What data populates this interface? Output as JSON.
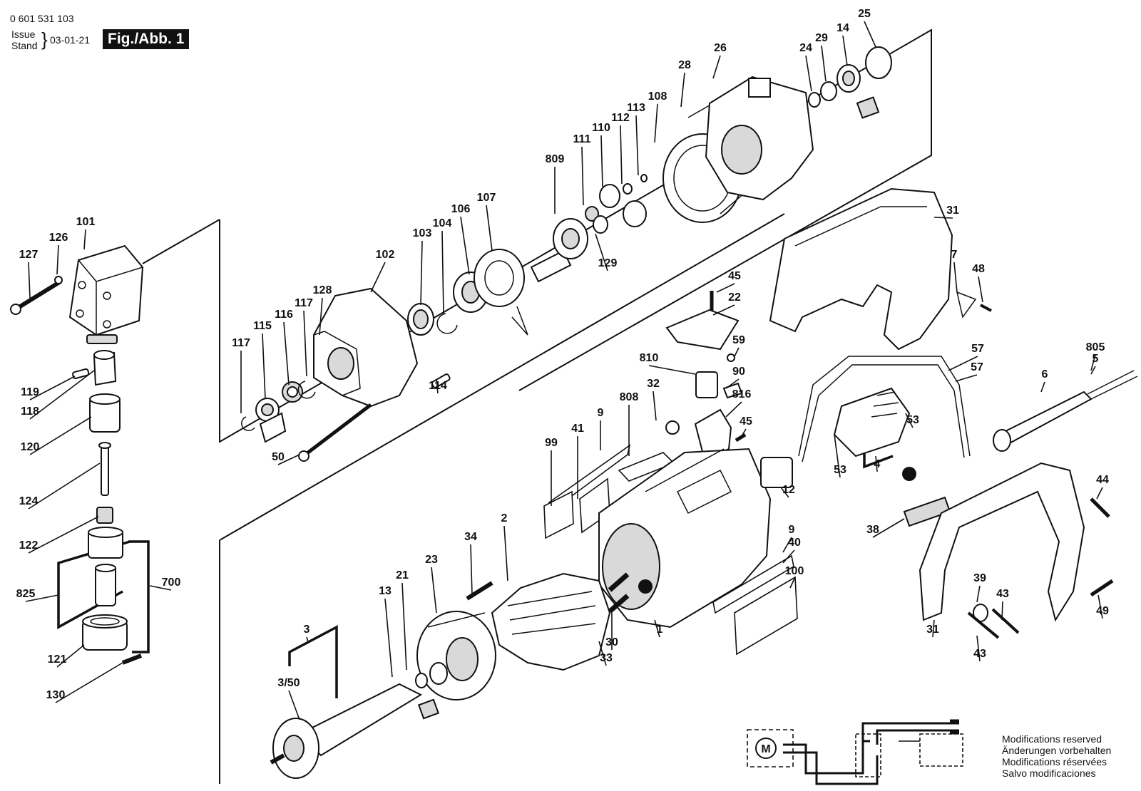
{
  "header": {
    "doc_number": "0 601 531 103",
    "issue_label": "Issue",
    "stand_label": "Stand",
    "issue_date": "03-01-21",
    "figure_label": "Fig./Abb. 1"
  },
  "disclaimer": [
    "Modifications reserved",
    "Änderungen vorbehalten",
    "Modifications réservées",
    "Salvo modificaciones"
  ],
  "part_numbers": [
    "127",
    "126",
    "101",
    "119",
    "118",
    "120",
    "124",
    "122",
    "825",
    "700",
    "121",
    "130",
    "117",
    "115",
    "116",
    "117",
    "128",
    "102",
    "103",
    "104",
    "106",
    "107",
    "50",
    "114",
    "809",
    "111",
    "110",
    "112",
    "113",
    "108",
    "28",
    "26",
    "24",
    "29",
    "14",
    "25",
    "129",
    "31",
    "7",
    "48",
    "45",
    "22",
    "59",
    "810",
    "90",
    "32",
    "816",
    "45",
    "808",
    "9",
    "41",
    "99",
    "57",
    "57",
    "805",
    "5",
    "6",
    "53",
    "53",
    "4",
    "12",
    "44",
    "38",
    "49",
    "39",
    "43",
    "43",
    "31",
    "34",
    "2",
    "23",
    "21",
    "13",
    "3",
    "3/50",
    "33",
    "30",
    "1",
    "9",
    "40",
    "100"
  ]
}
